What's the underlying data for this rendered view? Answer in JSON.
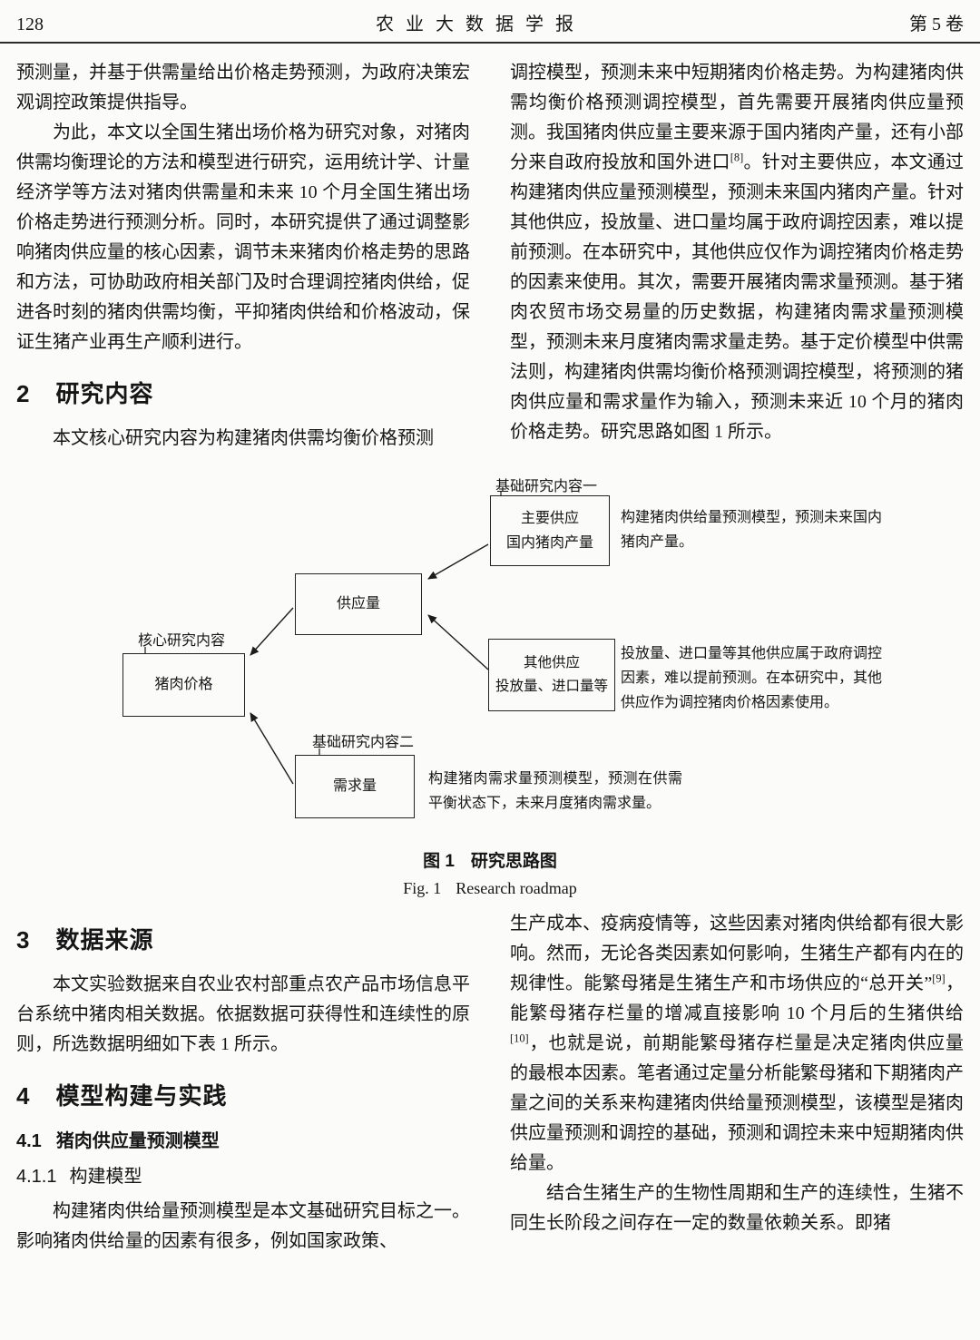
{
  "header": {
    "page_number": "128",
    "journal_title": "农 业 大 数 据 学 报",
    "volume": "第 5 卷"
  },
  "top_left": {
    "p1": "预测量，并基于供需量给出价格走势预测，为政府决策宏观调控政策提供指导。",
    "p2": "为此，本文以全国生猪出场价格为研究对象，对猪肉供需均衡理论的方法和模型进行研究，运用统计学、计量经济学等方法对猪肉供需量和未来 10 个月全国生猪出场价格走势进行预测分析。同时，本研究提供了通过调整影响猪肉供应量的核心因素，调节未来猪肉价格走势的思路和方法，可协助政府相关部门及时合理调控猪肉供给，促进各时刻的猪肉供需均衡，平抑猪肉供给和价格波动，保证生猪产业再生产顺利进行。",
    "h2_num": "2",
    "h2_title": "研究内容",
    "p3": "本文核心研究内容为构建猪肉供需均衡价格预测"
  },
  "top_right": {
    "t1": "调控模型，预测未来中短期猪肉价格走势。为构建猪肉供需均衡价格预测调控模型，首先需要开展猪肉供应量预测。我国猪肉供应量主要来源于国内猪肉产量，还有小部分来自政府投放和国外进口",
    "ref1": "[8]",
    "t2": "。针对主要供应，本文通过构建猪肉供应量预测模型，预测未来国内猪肉产量。针对其他供应，投放量、进口量均属于政府调控因素，难以提前预测。在本研究中，其他供应仅作为调控猪肉价格走势的因素来使用。其次，需要开展猪肉需求量预测。基于猪肉农贸市场交易量的历史数据，构建猪肉需求量预测模型，预测未来月度猪肉需求量走势。基于定价模型中供需法则，构建猪肉供需均衡价格预测调控模型，将预测的猪肉供应量和需求量作为输入，预测未来近 10 个月的猪肉价格走势。研究思路如图 1 所示。"
  },
  "figure": {
    "label_basic1": "基础研究内容一",
    "label_core": "核心研究内容",
    "label_basic2": "基础研究内容二",
    "box_main_l1": "主要供应",
    "box_main_l2": "国内猪肉产量",
    "box_supply": "供应量",
    "box_price": "猪肉价格",
    "box_other_l1": "其他供应",
    "box_other_l2": "投放量、进口量等",
    "box_demand": "需求量",
    "ann_main": "构建猪肉供给量预测模型，预测未来国内猪肉产量。",
    "ann_other": "投放量、进口量等其他供应属于政府调控因素，难以提前预测。在本研究中，其他供应作为调控猪肉价格因素使用。",
    "ann_demand": "构建猪肉需求量预测模型，预测在供需平衡状态下，未来月度猪肉需求量。",
    "cap_zh_label": "图 1",
    "cap_zh_title": "研究思路图",
    "cap_en_label": "Fig. 1",
    "cap_en_title": "Research roadmap"
  },
  "bottom_left": {
    "h3_num": "3",
    "h3_title": "数据来源",
    "p1": "本文实验数据来自农业农村部重点农产品市场信息平台系统中猪肉相关数据。依据数据可获得性和连续性的原则，所选数据明细如下表 1 所示。",
    "h4_num": "4",
    "h4_title": "模型构建与实践",
    "h41_num": "4.1",
    "h41_title": "猪肉供应量预测模型",
    "h411_num": "4.1.1",
    "h411_title": "构建模型",
    "p2": "构建猪肉供给量预测模型是本文基础研究目标之一。影响猪肉供给量的因素有很多，例如国家政策、"
  },
  "bottom_right": {
    "t1": "生产成本、疫病疫情等，这些因素对猪肉供给都有很大影响。然而，无论各类因素如何影响，生猪生产都有内在的规律性。能繁母猪是生猪生产和市场供应的“总开关”",
    "ref9": "[9]",
    "t2": "，能繁母猪存栏量的增减直接影响 10 个月后的生猪供给",
    "ref10": "[10]",
    "t3": "，也就是说，前期能繁母猪存栏量是决定猪肉供应量的最根本因素。笔者通过定量分析能繁母猪和下期猪肉产量之间的关系来构建猪肉供给量预测模型，该模型是猪肉供应量预测和调控的基础，预测和调控未来中短期猪肉供给量。",
    "p2": "结合生猪生产的生物性周期和生产的连续性，生猪不同生长阶段之间存在一定的数量依赖关系。即猪"
  }
}
